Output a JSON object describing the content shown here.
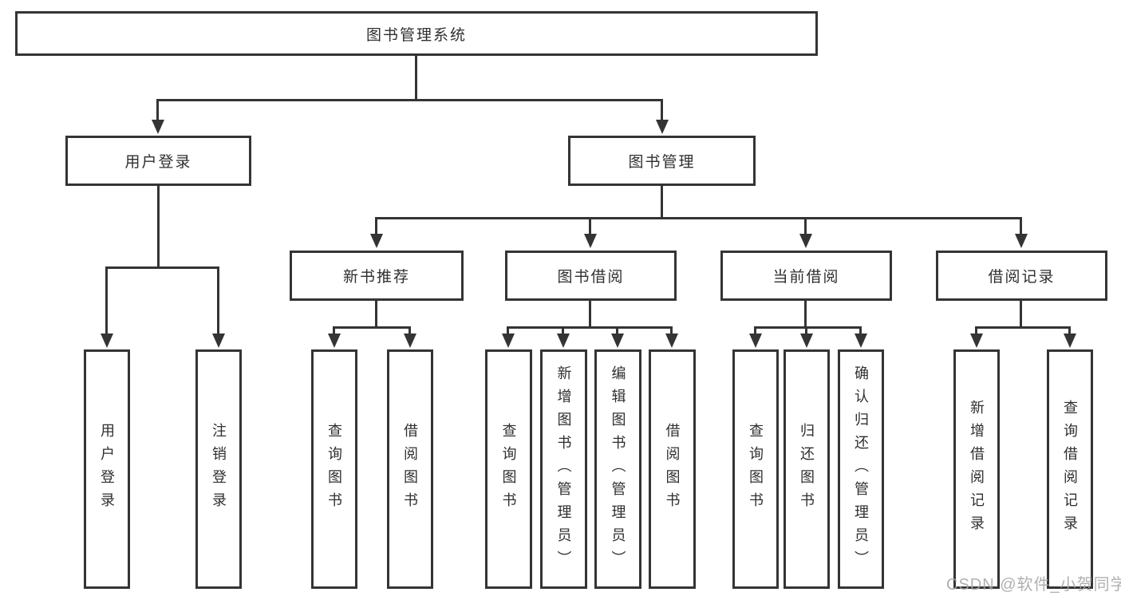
{
  "diagram_title": "图书管理系统",
  "watermark": {
    "text": "CSDN @软件_小贺同学"
  },
  "colors": {
    "line": "#343434",
    "box_border": "#343434",
    "box_fill": "#ffffff",
    "text": "#2f2f2f",
    "watermark": "#a6a6a6"
  },
  "tree": {
    "label": "图书管理系统",
    "children": [
      {
        "label": "用户登录",
        "children": [
          {
            "label": "用户登录"
          },
          {
            "label": "注销登录"
          }
        ]
      },
      {
        "label": "图书管理",
        "children": [
          {
            "label": "新书推荐",
            "children": [
              {
                "label": "查询图书"
              },
              {
                "label": "借阅图书"
              }
            ]
          },
          {
            "label": "图书借阅",
            "children": [
              {
                "label": "查询图书"
              },
              {
                "label": "新增图书（管理员）"
              },
              {
                "label": "编辑图书（管理员）"
              },
              {
                "label": "借阅图书"
              }
            ]
          },
          {
            "label": "当前借阅",
            "children": [
              {
                "label": "查询图书"
              },
              {
                "label": "归还图书"
              },
              {
                "label": "确认归还（管理员）"
              }
            ]
          },
          {
            "label": "借阅记录",
            "children": [
              {
                "label": "新增借阅记录"
              },
              {
                "label": "查询借阅记录"
              }
            ]
          }
        ]
      }
    ]
  }
}
